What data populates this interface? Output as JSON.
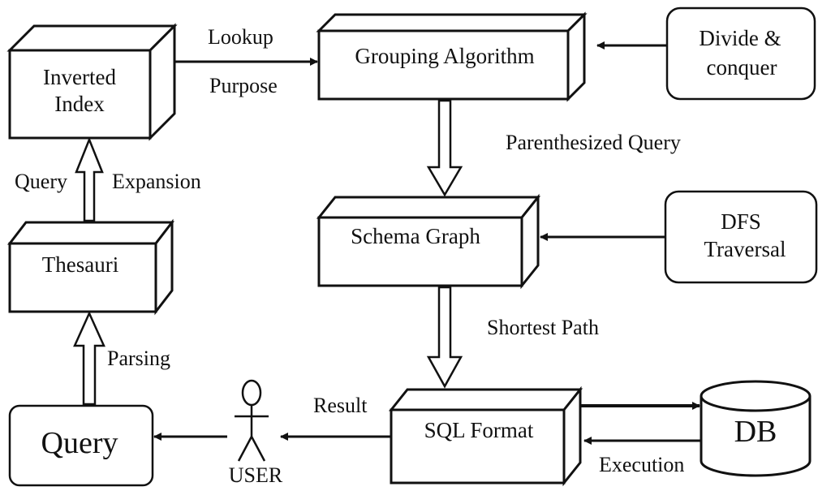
{
  "nodes": {
    "inverted_index": [
      "Inverted",
      "Index"
    ],
    "grouping_algorithm": "Grouping Algorithm",
    "divide_conquer": [
      "Divide &",
      "conquer"
    ],
    "thesauri": "Thesauri",
    "schema_graph": "Schema Graph",
    "dfs_traversal": [
      "DFS",
      "Traversal"
    ],
    "query": "Query",
    "user": "USER",
    "sql_format": "SQL Format",
    "db": "DB"
  },
  "edges": {
    "lookup": "Lookup",
    "purpose": "Purpose",
    "parenthesized_query": "Parenthesized Query",
    "query_label": "Query",
    "expansion": "Expansion",
    "shortest_path": "Shortest Path",
    "parsing": "Parsing",
    "result": "Result",
    "execution": "Execution"
  }
}
